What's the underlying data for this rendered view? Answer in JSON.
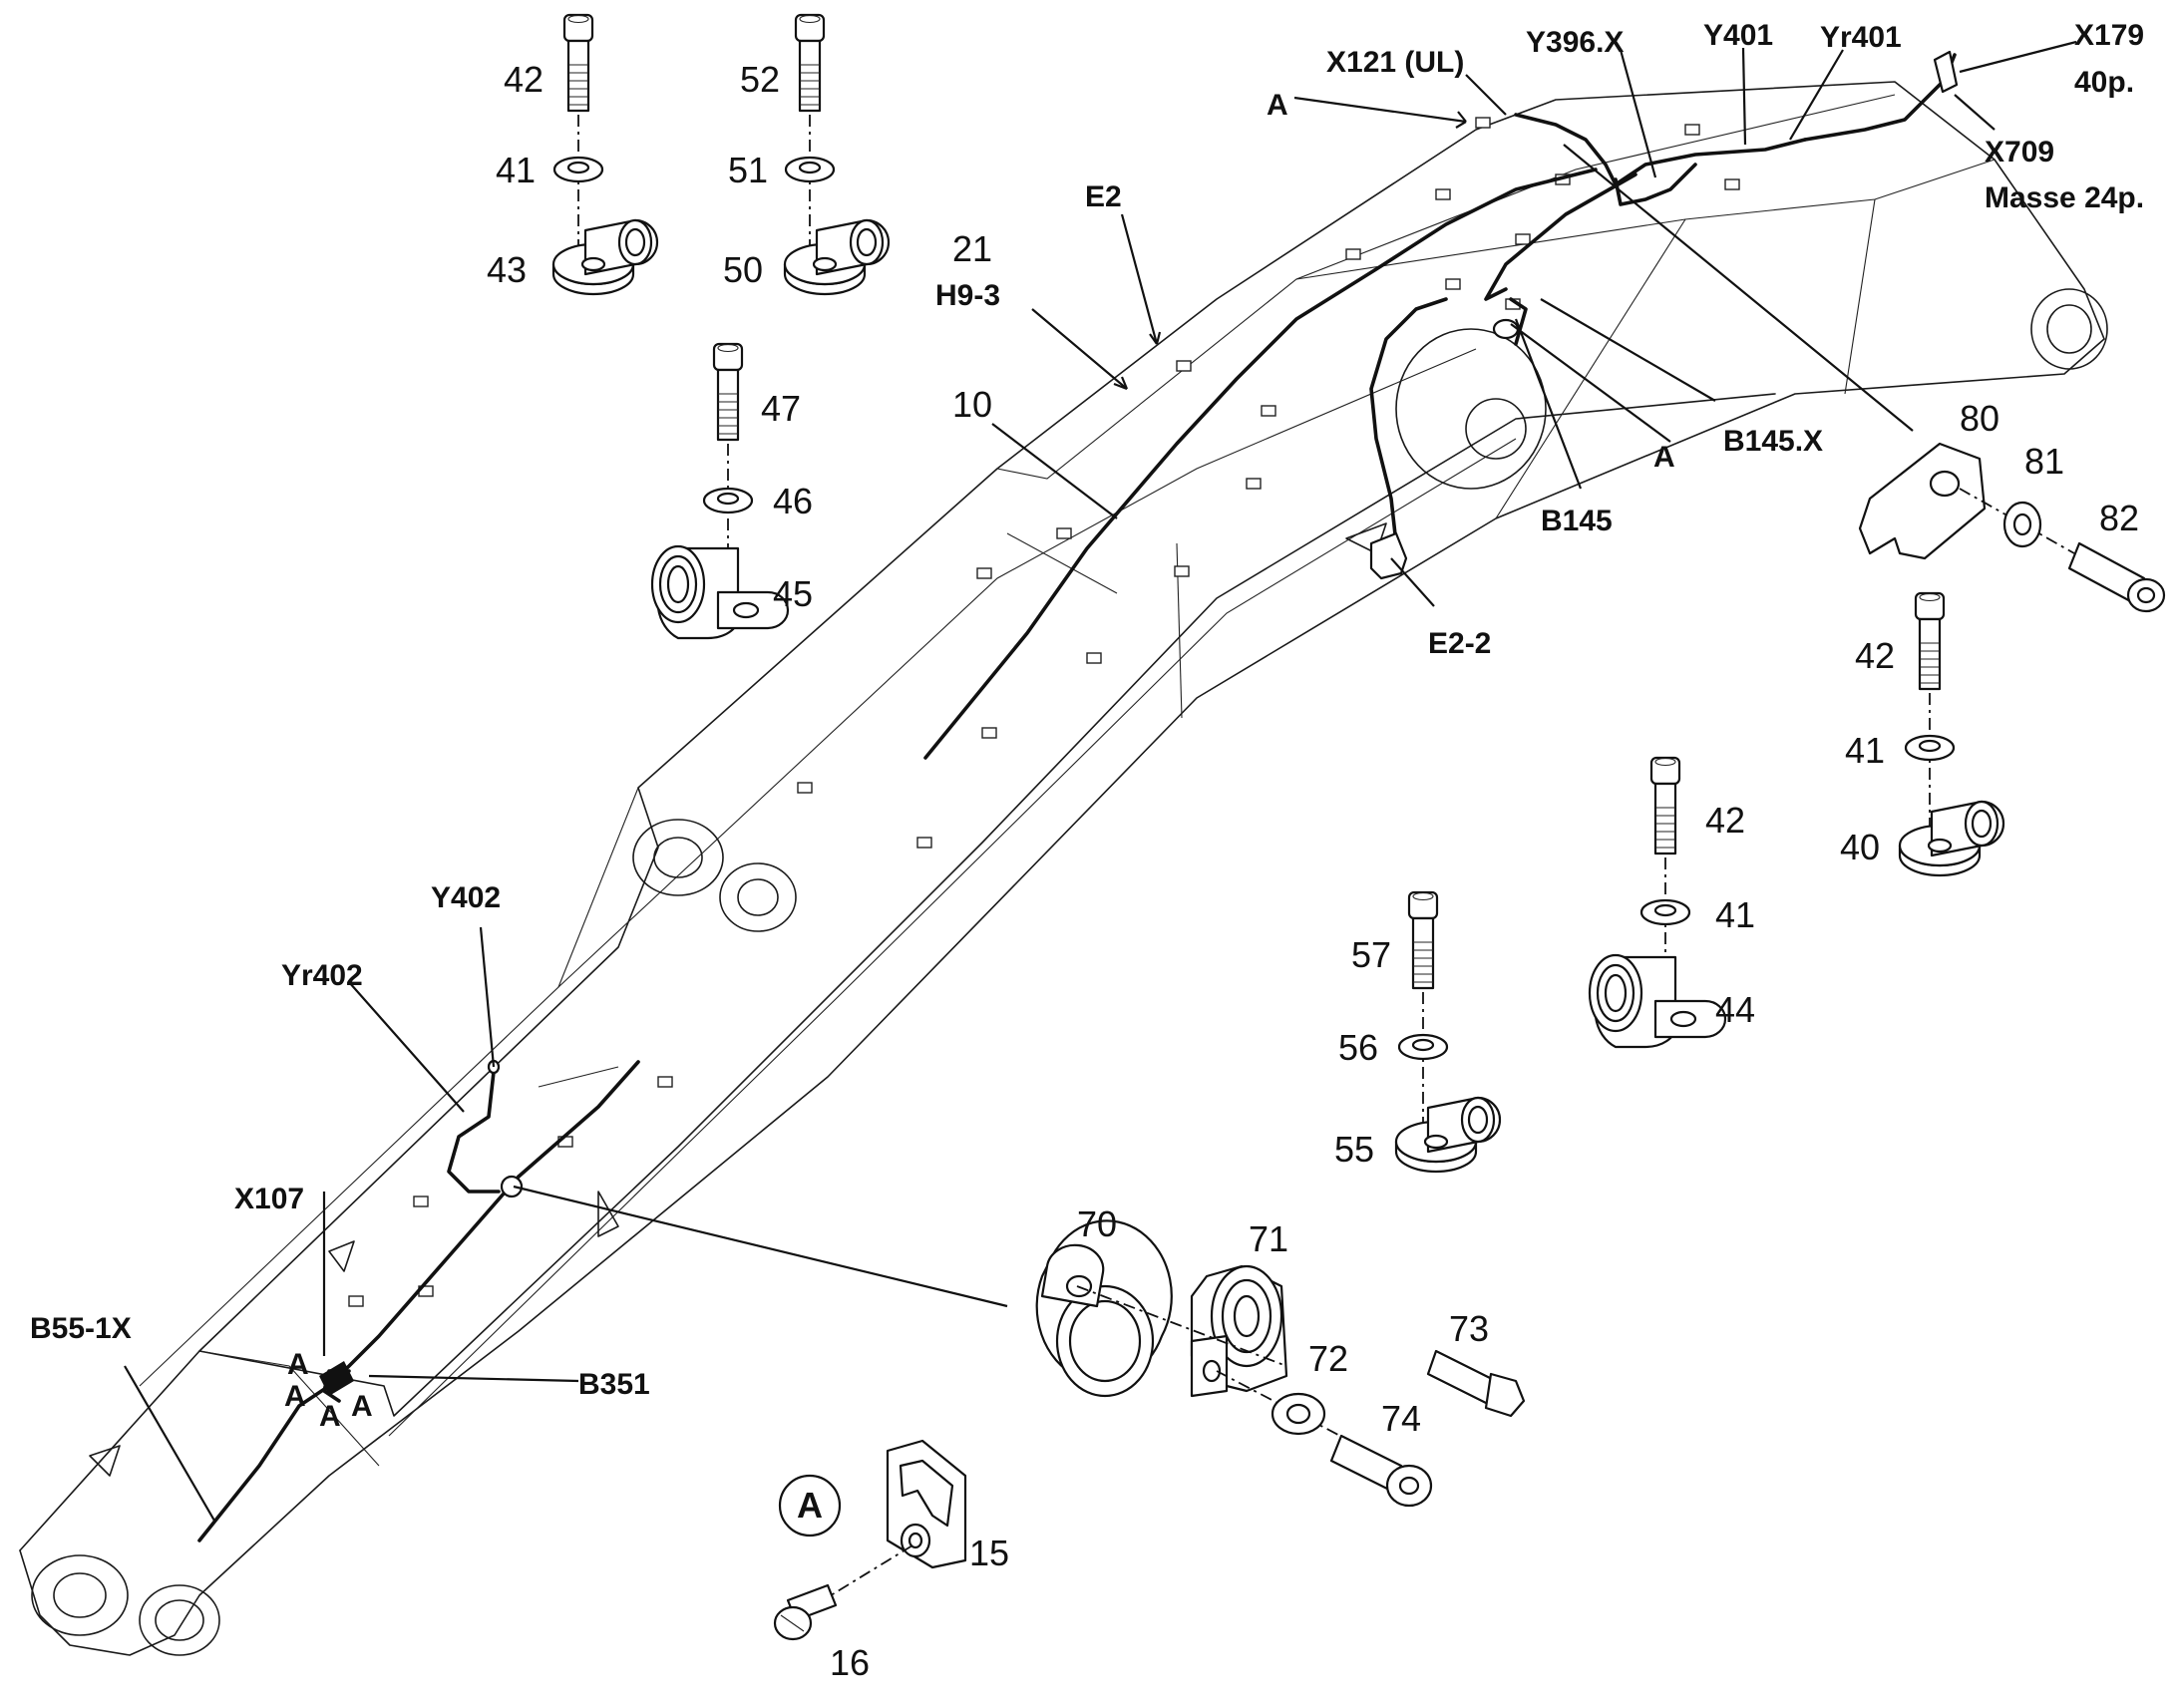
{
  "part_numbers": {
    "p42a": "42",
    "p41a": "41",
    "p43": "43",
    "p52": "52",
    "p51": "51",
    "p50": "50",
    "p47": "47",
    "p46": "46",
    "p45": "45",
    "p21": "21",
    "p10": "10",
    "p80": "80",
    "p81": "81",
    "p82": "82",
    "p42b": "42",
    "p41b": "41",
    "p40": "40",
    "p42c": "42",
    "p41c": "41",
    "p44": "44",
    "p57": "57",
    "p56": "56",
    "p55": "55",
    "p70": "70",
    "p71": "71",
    "p72": "72",
    "p73": "73",
    "p74": "74",
    "p15": "15",
    "p16": "16"
  },
  "connector_labels": {
    "x121": "X121 (UL)",
    "y396x": "Y396.X",
    "y401": "Y401",
    "yr401": "Yr401",
    "x179": "X179",
    "x179_pins": "40p.",
    "x709": "X709",
    "x709_desc": "Masse 24p.",
    "e2": "E2",
    "h93": "H9-3",
    "b145x": "B145.X",
    "b145": "B145",
    "e22": "E2-2",
    "y402": "Y402",
    "yr402": "Yr402",
    "x107": "X107",
    "b551x": "B55-1X",
    "b351": "B351"
  },
  "detail_markers": {
    "a_top": "A",
    "a_b145": "A",
    "a1": "A",
    "a2": "A",
    "a3": "A",
    "a4": "A",
    "detail_circle": "A"
  },
  "icons": {
    "screw": "socket-head-screw-icon",
    "washer": "washer-icon",
    "clamp": "cable-clamp-icon",
    "bracket": "ground-bracket-icon",
    "clip": "harness-clip-icon"
  },
  "colors": {
    "ink": "#111111",
    "paper": "#ffffff"
  }
}
